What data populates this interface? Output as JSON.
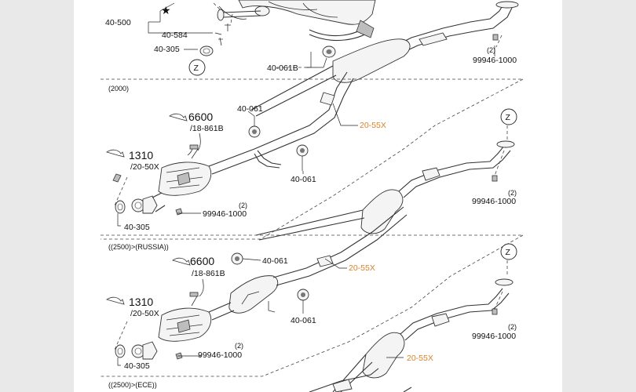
{
  "sections": [
    {
      "title": "(2000)"
    },
    {
      "title": "((2500)>(RUSSIA))"
    },
    {
      "title": "((2500)>(ECE))"
    }
  ],
  "callouts": {
    "ref_z": "Z",
    "star": "★",
    "top": {
      "p40_500": "40-500",
      "p40_584": "40-584",
      "p40_305": "40-305",
      "p40_061b": "40-061B",
      "p99946": "99946-1000",
      "qty2": "(2)"
    },
    "s1": {
      "r6600": "6600",
      "r18861b": "/18-861B",
      "r1310": "1310",
      "r2050x": "/20-50X",
      "p40_061a": "40-061",
      "p40_061b": "40-061",
      "hl_2055x": "20-55X",
      "p40_305": "40-305",
      "p99946_left": "99946-1000",
      "qty_left": "(2)",
      "p99946_right": "99946-1000",
      "qty_right": "(2)"
    },
    "s2": {
      "r6600": "6600",
      "r18861b": "/18-861B",
      "r1310": "1310",
      "r2050x": "/20-50X",
      "p40_061a": "40-061",
      "p40_061b": "40-061",
      "hl_2055x_a": "20-55X",
      "hl_2055x_b": "20-55X",
      "p40_305": "40-305",
      "p99946_left": "99946-1000",
      "qty_left": "(2)",
      "p99946_right": "99946-1000",
      "qty_right": "(2)"
    }
  },
  "colors": {
    "highlight": "#d9822b",
    "page": "#ffffff",
    "margin": "#e9e9e9"
  }
}
